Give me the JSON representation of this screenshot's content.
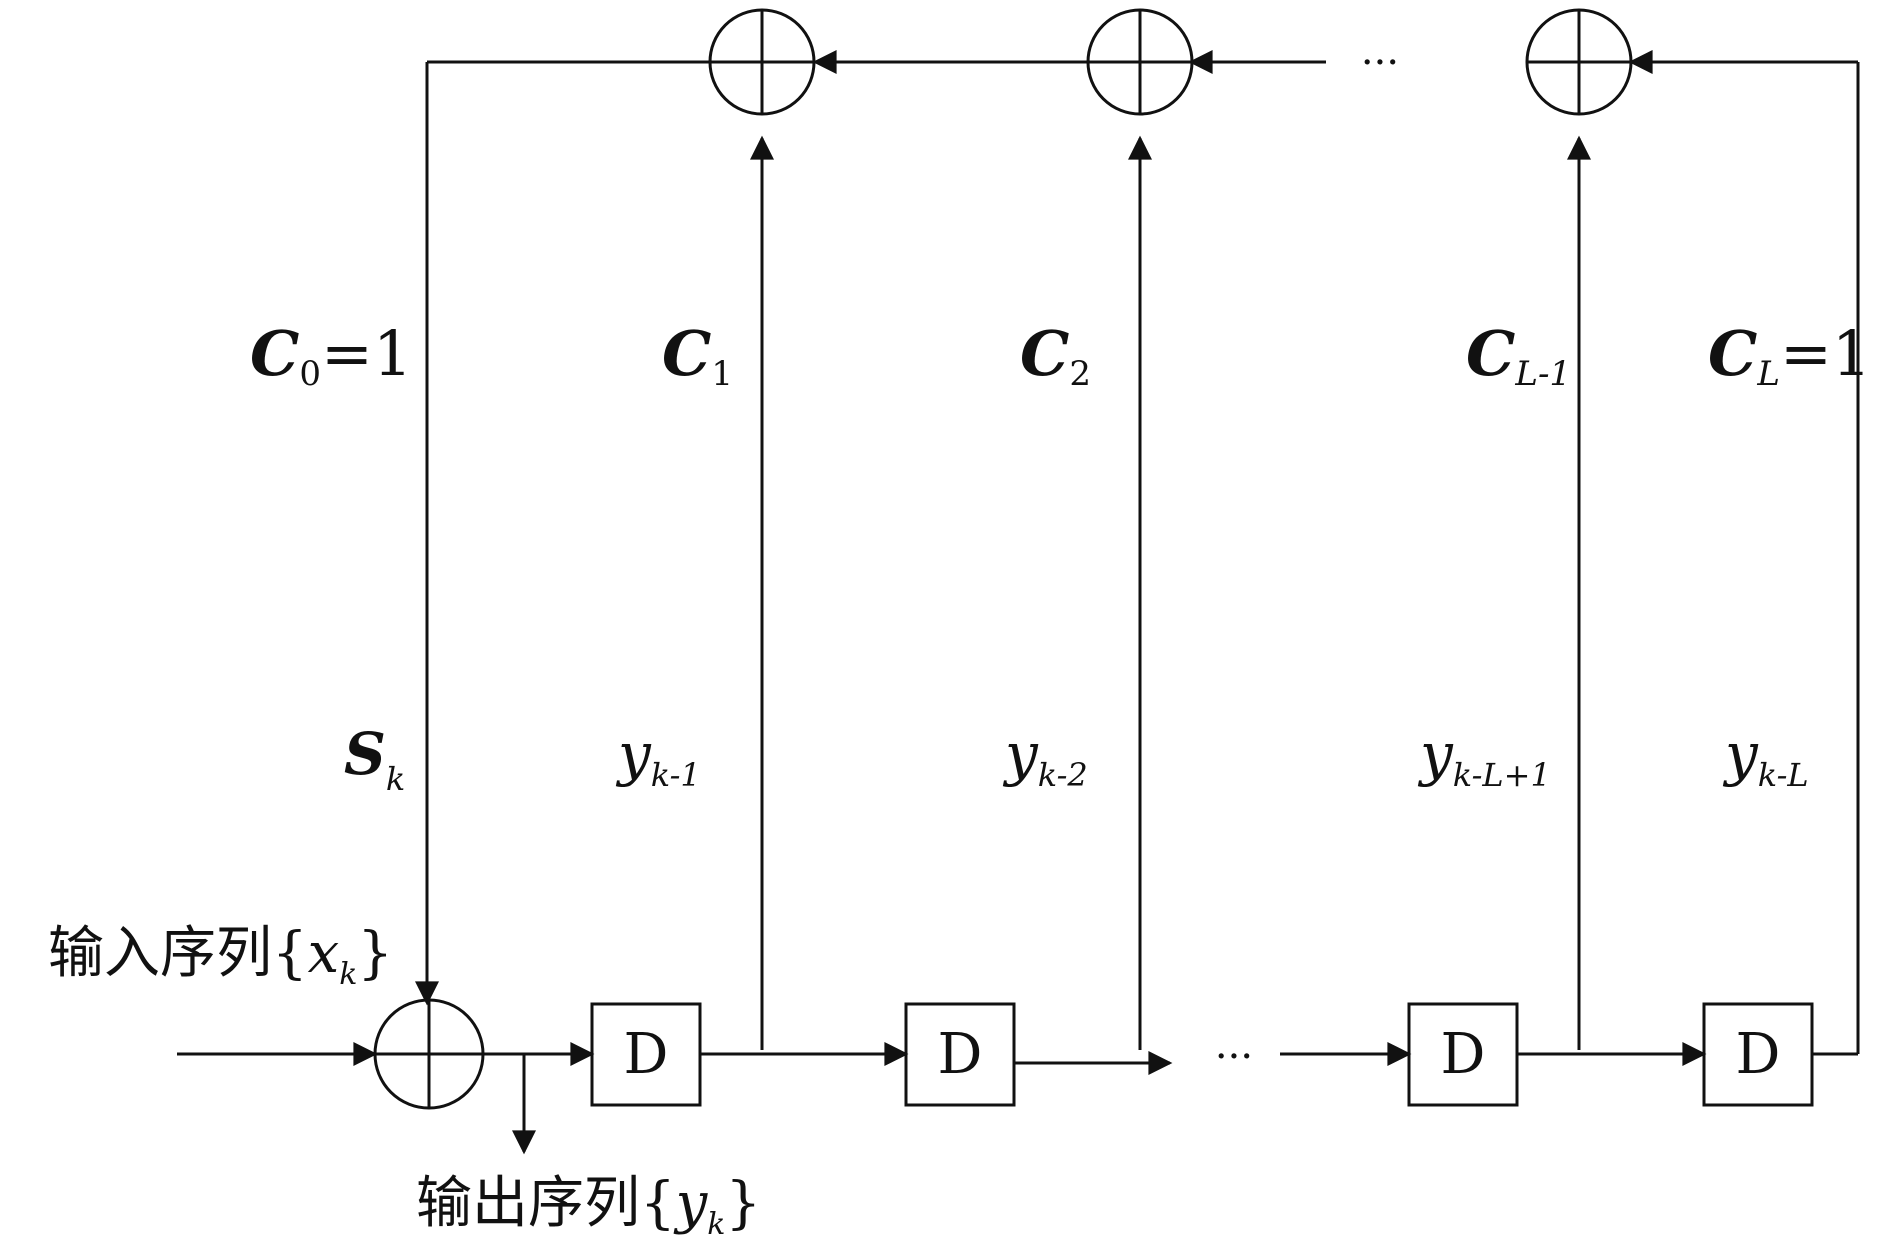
{
  "labels": {
    "input": "输入序列",
    "input_var": "x",
    "input_sub": "k",
    "output": "输出序列",
    "output_var": "y",
    "output_sub": "k",
    "brace_open": "{",
    "brace_close": "}",
    "ellipsis": "···",
    "delay": "D",
    "s_main": "S",
    "s_sub": "k"
  },
  "coefficients": [
    {
      "main": "C",
      "sub": "0",
      "suffix": "=1"
    },
    {
      "main": "C",
      "sub": "1",
      "suffix": ""
    },
    {
      "main": "C",
      "sub": "2",
      "suffix": ""
    },
    {
      "main": "C",
      "sub": "L-1",
      "suffix": ""
    },
    {
      "main": "C",
      "sub": "L",
      "suffix": "=1"
    }
  ],
  "taps": [
    {
      "main": "y",
      "sub": "k-1"
    },
    {
      "main": "y",
      "sub": "k-2"
    },
    {
      "main": "y",
      "sub": "k-L+1"
    },
    {
      "main": "y",
      "sub": "k-L"
    }
  ],
  "colors": {
    "stroke": "#111111",
    "background": "#ffffff"
  }
}
